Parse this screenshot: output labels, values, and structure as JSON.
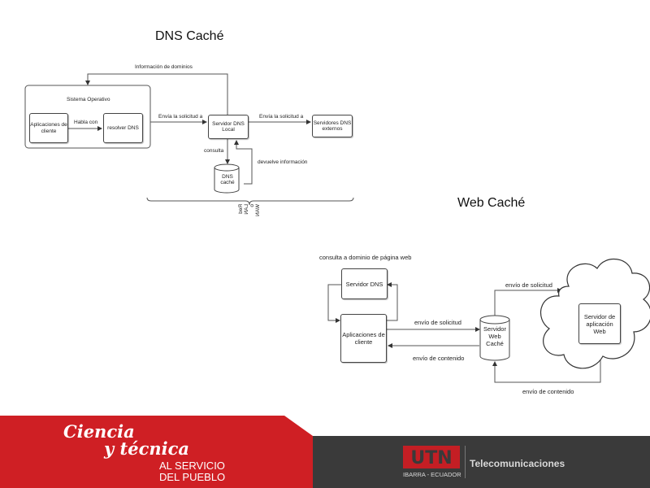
{
  "dns": {
    "title": "DNS Caché",
    "info_dominios": "Información de dominios",
    "sistema_operativo": "Sistema Operativo",
    "aplicaciones_line1": "Aplicaciones de",
    "aplicaciones_line2": "cliente",
    "habla_con": "Habla con",
    "resolver": "resolver DNS",
    "envia_1": "Envía la solicitud a",
    "servidor_local_line1": "Servidor DNS",
    "servidor_local_line2": "Local",
    "envia_2": "Envía la solicitud a",
    "externos_line1": "Servidores DNS",
    "externos_line2": "externos",
    "consulta": "consulta",
    "devuelve": "devuelve información",
    "cache_line1": "DNS",
    "cache_line2": "caché",
    "red": "Red",
    "lan": "LAN",
    "o": "o",
    "wan": "WAN"
  },
  "web": {
    "title": "Web Caché",
    "consulta_dominio": "consulta a dominio de página web",
    "servidor_dns": "Servidor DNS",
    "aplicaciones_line1": "Aplicaciones de",
    "aplicaciones_line2": "cliente",
    "envio_solicitud_1": "envío de solicitud",
    "envio_contenido_1": "envío de  contenido",
    "cache_line1": "Servidor",
    "cache_line2": "Web",
    "cache_line3": "Caché",
    "envio_solicitud_2": "envío de solicitud",
    "envio_contenido_2": "envío de  contenido",
    "server_line1": "Servidor de",
    "server_line2": "aplicación",
    "server_line3": "Web"
  },
  "footer": {
    "ciencia": "Ciencia",
    "tecnica": "y técnica",
    "al_servicio": "AL SERVICIO",
    "del_pueblo": "DEL PUEBLO",
    "logo": "UTN",
    "ibarra": "IBARRA - ECUADOR",
    "telecom": "Telecomunicaciones",
    "red_color": "#cf1f24",
    "grey_color": "#3a3a3a"
  }
}
